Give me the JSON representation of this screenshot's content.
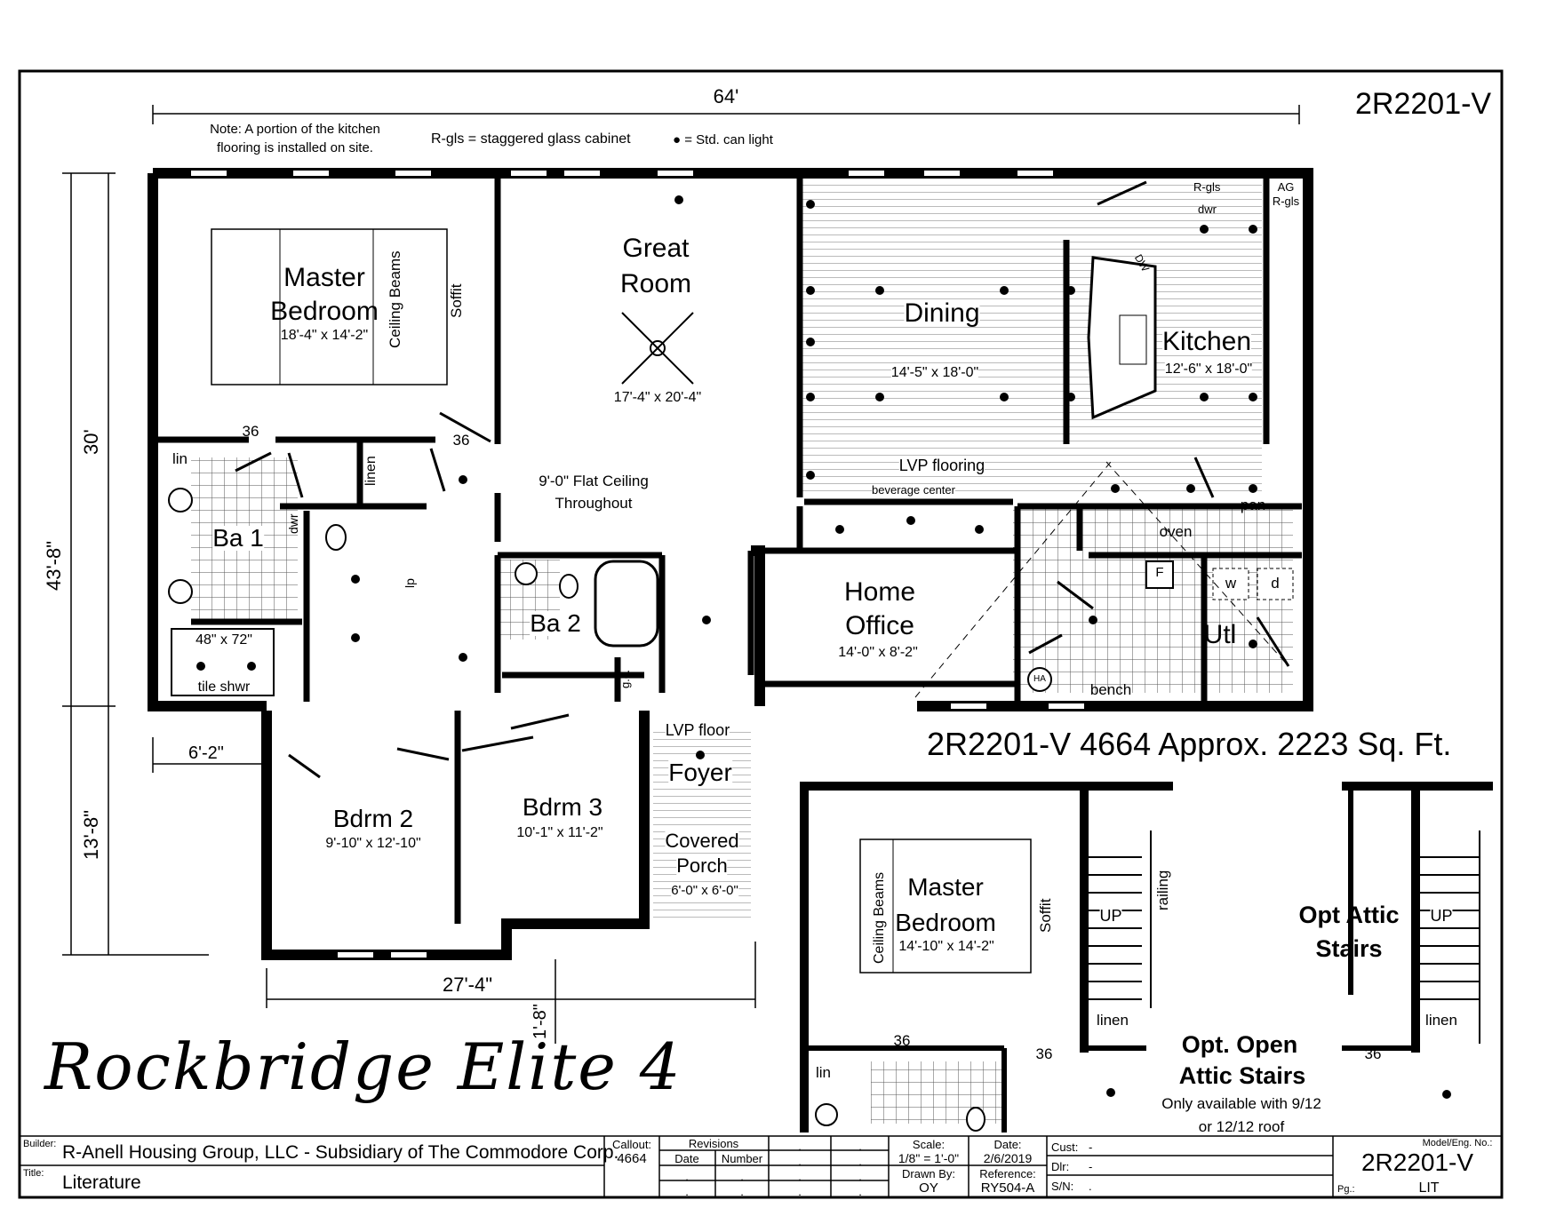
{
  "header": {
    "overall_width": "64'",
    "model_id": "2R2201-V",
    "note_kitchen": "Note: A portion of the kitchen",
    "note_kitchen_2": "flooring is installed on site.",
    "note_rgls": "R-gls = staggered glass cabinet",
    "note_can": "= Std. can light"
  },
  "dims": {
    "d30": "30'",
    "d43": "43'-8\"",
    "d13": "13'-8\"",
    "d6": "6'-2\"",
    "d27": "27'-4\"",
    "d1": "1'-8\""
  },
  "rooms": {
    "master_title_1": "Master",
    "master_title_2": "Bedroom",
    "master_size": "18'-4\" x 14'-2\"",
    "ceiling_beams": "Ceiling Beams",
    "soffit": "Soffit",
    "great_1": "Great",
    "great_2": "Room",
    "great_size": "17'-4\" x 20'-4\"",
    "flat_ceiling_1": "9'-0\" Flat Ceiling",
    "flat_ceiling_2": "Throughout",
    "dining": "Dining",
    "dining_size": "14'-5\" x 18'-0\"",
    "kitchen": "Kitchen",
    "kitchen_size": "12'-6\" x 18'-0\"",
    "lvp_flooring": "LVP flooring",
    "beverage": "beverage center",
    "rgls": "R-gls",
    "dwr": "dwr",
    "ag_rgls_1": "AG",
    "ag_rgls_2": "R-gls",
    "dw": "DW",
    "oven": "oven",
    "pan": "pan",
    "home_office_1": "Home",
    "home_office_2": "Office",
    "home_office_size": "14'-0\" x 8'-2\"",
    "utl": "Utl",
    "f": "F",
    "w": "w",
    "d": "d",
    "ha": "HA",
    "bench": "bench",
    "ba1": "Ba 1",
    "lin": "lin",
    "linen": "linen",
    "d36": "36",
    "lp": "lp",
    "shower_size": "48\" x 72\"",
    "tile_shwr": "tile shwr",
    "ba2": "Ba 2",
    "gc": "g.c.",
    "bdrm2": "Bdrm 2",
    "bdrm2_size": "9'-10\" x 12'-10\"",
    "bdrm3": "Bdrm 3",
    "bdrm3_size": "10'-1\" x 11'-2\"",
    "lvp_floor": "LVP floor",
    "foyer": "Foyer",
    "covered_1": "Covered",
    "covered_2": "Porch",
    "porch_size": "6'-0\" x 6'-0\""
  },
  "summary": "2R2201-V 4664  Approx. 2223 Sq. Ft.",
  "alt": {
    "master_title_1": "Master",
    "master_title_2": "Bedroom",
    "master_size": "14'-10\" x 14'-2\"",
    "ceiling_beams": "Ceiling Beams",
    "soffit": "Soffit",
    "up": "UP",
    "railing": "railing",
    "linen": "linen",
    "d36": "36",
    "lin": "lin",
    "open_1": "Opt. Open",
    "open_2": "Attic Stairs",
    "open_note_1": "Only available with 9/12",
    "open_note_2": "or 12/12 roof",
    "attic_1": "Opt Attic",
    "attic_2": "Stairs"
  },
  "title_script": "Rockbridge Elite 4",
  "title_block": {
    "builder_label": "Builder:",
    "builder": "R-Anell Housing Group, LLC - Subsidiary of The Commodore Corp.",
    "title_label": "Title:",
    "title": "Literature",
    "callout_label": "Callout:",
    "callout": "4664",
    "revisions_label": "Revisions",
    "date_col": "Date",
    "number_col": "Number",
    "scale_label": "Scale:",
    "scale": "1/8\" = 1'-0\"",
    "date_label": "Date:",
    "date": "2/6/2019",
    "drawn_label": "Drawn By:",
    "drawn": "OY",
    "ref_label": "Reference:",
    "ref": "RY504-A",
    "cust_label": "Cust:",
    "cust": "-",
    "dlr_label": "Dlr:",
    "dlr": "-",
    "sn_label": "S/N:",
    "sn": ".",
    "model_label": "Model/Eng. No.:",
    "model": "2R2201-V",
    "pg_label": "Pg.:",
    "pg": "LIT",
    "dot": "."
  }
}
